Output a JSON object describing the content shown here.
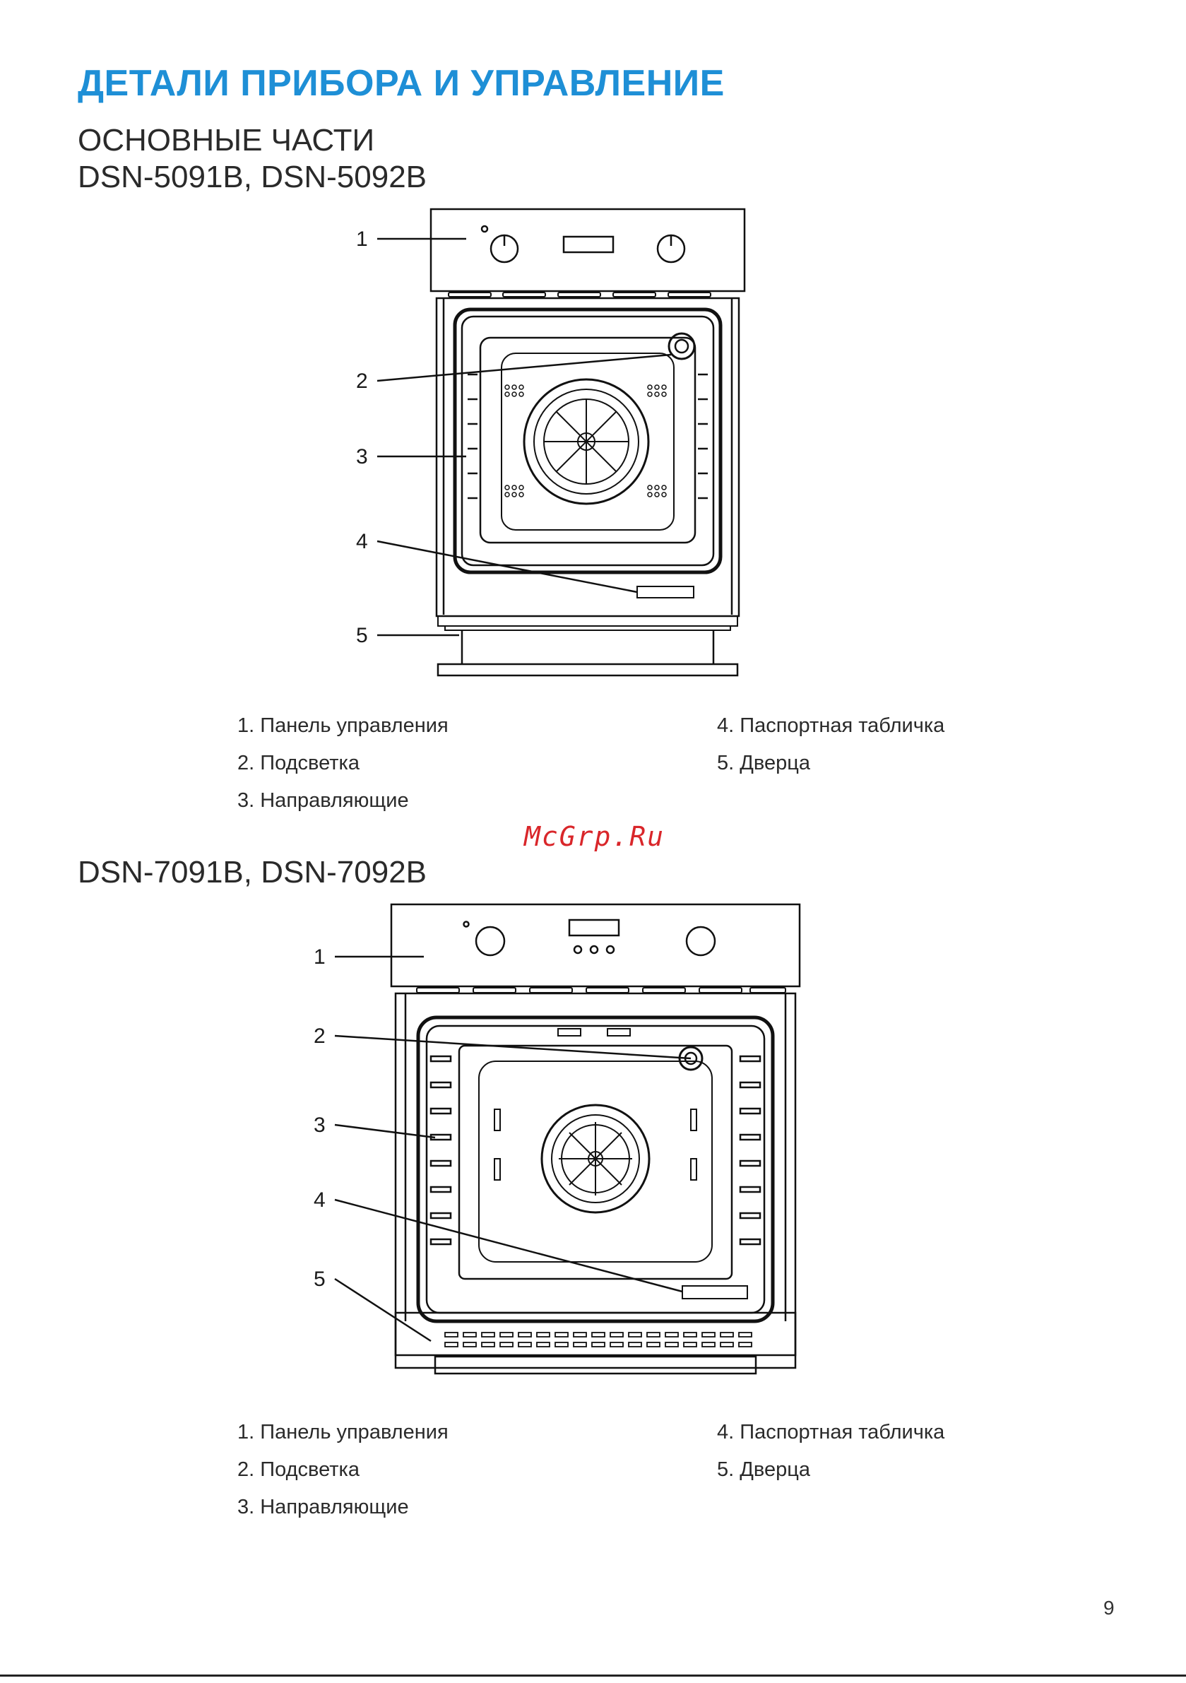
{
  "page_title": "ДЕТАЛИ ПРИБОРА И УПРАВЛЕНИЕ",
  "section1": {
    "title": "ОСНОВНЫЕ ЧАСТИ",
    "models": "DSN-5091B, DSN-5092B",
    "callouts": [
      "1",
      "2",
      "3",
      "4",
      "5"
    ],
    "legend_left": [
      "1. Панель управления",
      "2. Подсветка",
      "3. Направляющие"
    ],
    "legend_right": [
      "4. Паспортная табличка",
      "5. Дверца"
    ]
  },
  "watermark": "McGrp.Ru",
  "section2": {
    "models": "DSN-7091B, DSN-7092B",
    "callouts": [
      "1",
      "2",
      "3",
      "4",
      "5"
    ],
    "legend_left": [
      "1. Панель управления",
      "2. Подсветка",
      "3. Направляющие"
    ],
    "legend_right": [
      "4. Паспортная табличка",
      "5. Дверца"
    ]
  },
  "page_number": "9"
}
